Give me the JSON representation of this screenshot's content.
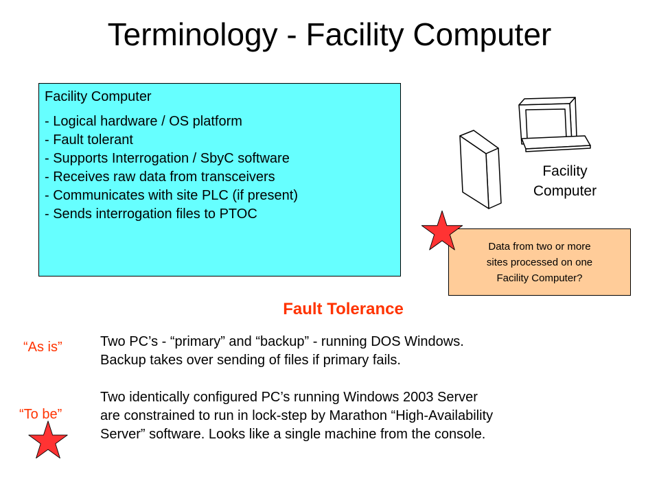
{
  "title": "Terminology - Facility Computer",
  "definition_box": {
    "heading": "Facility Computer",
    "items": [
      "- Logical hardware / OS platform",
      "- Fault tolerant",
      "- Supports Interrogation / SbyC software",
      "- Receives raw data from transceivers",
      "- Communicates with site PLC (if present)",
      "- Sends interrogation files to PTOC"
    ],
    "background_color": "#66ffff"
  },
  "computer_illustration": {
    "icon": "desktop-computer-icon",
    "label_line1": "Facility",
    "label_line2": "Computer"
  },
  "question_note": {
    "line1": "Data from two or more",
    "line2": "sites processed on one",
    "line3": "Facility Computer?",
    "background_color": "#ffcc99"
  },
  "fault_tolerance": {
    "heading": "Fault Tolerance",
    "as_is_label": "“As is”",
    "as_is_line1": "Two PC’s - “primary” and “backup” - running DOS Windows.",
    "as_is_line2": "Backup takes over sending of files if primary fails.",
    "to_be_label": "“To be”",
    "to_be_line1": "Two identically configured PC’s running Windows 2003 Server",
    "to_be_line2": "are constrained to run in lock-step by Marathon “High-Availability",
    "to_be_line3": "Server” software. Looks like a single machine from the console.",
    "accent_color": "#ff3300"
  },
  "star_color": "#ff3333"
}
